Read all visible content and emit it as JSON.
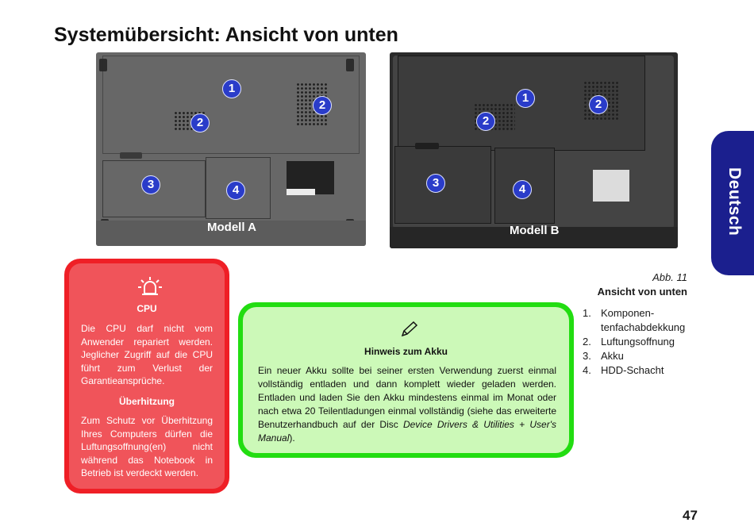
{
  "page": {
    "title": "Systemübersicht: Ansicht von unten",
    "side_tab": "Deutsch",
    "page_number": "47"
  },
  "photos": {
    "model_a": {
      "label": "Modell A",
      "markers": [
        "1",
        "2",
        "2",
        "3",
        "4"
      ]
    },
    "model_b": {
      "label": "Modell B",
      "markers": [
        "1",
        "2",
        "2",
        "3",
        "4"
      ]
    }
  },
  "warning_box": {
    "icon": "alarm-icon",
    "heading1": "CPU",
    "text1": "Die CPU darf nicht vom Anwender repariert werden. Jeglicher Zugriff auf die CPU führt zum Verlust der Garantieansprüche.",
    "heading2": "Überhitzung",
    "text2": "Zum Schutz vor Überhitzung Ihres Computers dürfen die Luftungsoffnung(en) nicht während das Notebook in Betrieb ist verdeckt werden."
  },
  "note_box": {
    "icon": "pen-icon",
    "heading": "Hinweis zum Akku",
    "text_before": "Ein neuer Akku sollte bei seiner ersten Verwendung zuerst einmal vollständig entladen und dann komplett wieder geladen werden. Entladen und laden Sie den Akku mindestens einmal im Monat oder nach etwa 20 Teilentladungen einmal vollständig (siehe das erweiterte Benutzerhandbuch auf der Disc ",
    "text_italic": "Device Drivers & Utilities + User's Manual",
    "text_after": ")."
  },
  "caption": {
    "figure": "Abb. 11",
    "title": "Ansicht von unten",
    "items": [
      {
        "num": "1.",
        "text": "Komponentenfachabdekkung"
      },
      {
        "num": "2.",
        "text": "Luftungsoffnung"
      },
      {
        "num": "3.",
        "text": "Akku"
      },
      {
        "num": "4.",
        "text": "HDD-Schacht"
      }
    ]
  },
  "colors": {
    "tab": "#1b1f8e",
    "warning": "#ef1f26",
    "note": "#22dd11",
    "marker": "#2a3cc9"
  }
}
